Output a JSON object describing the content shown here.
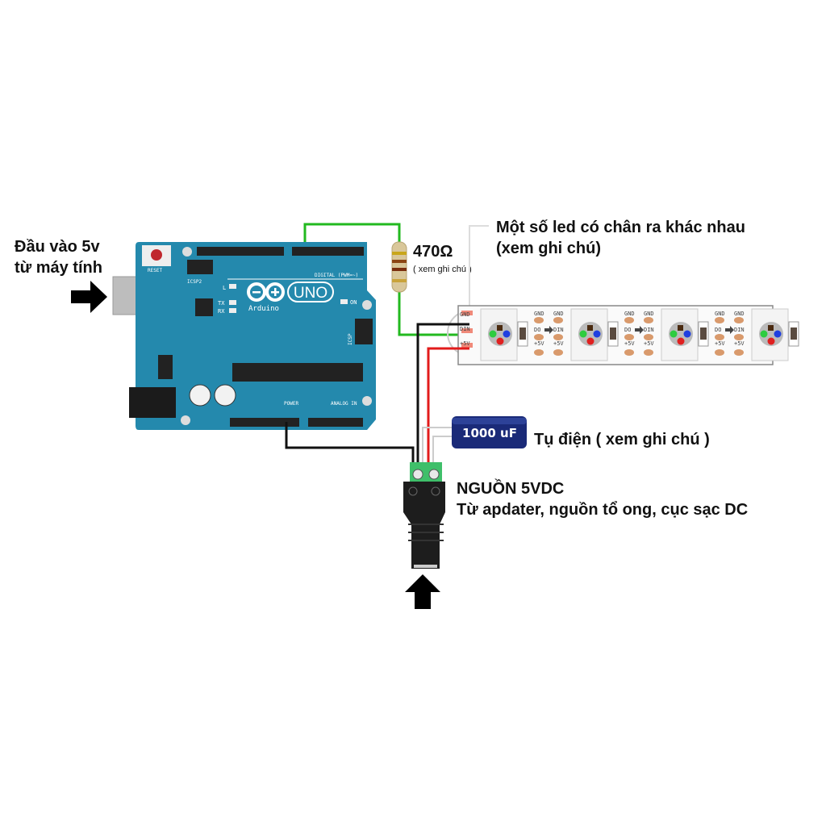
{
  "labels": {
    "usb_input_line1": "Đầu vào 5v",
    "usb_input_line2": "từ máy tính",
    "resistor_value": "470Ω",
    "resistor_note": "( xem ghi chú )",
    "led_note_line1": "Một số led có chân ra khác nhau",
    "led_note_line2": "(xem ghi chú)",
    "capacitor_value": "1000 uF",
    "capacitor_note": "Tụ điện ( xem ghi chú )",
    "power_title": "NGUỒN 5VDC",
    "power_subtitle": "Từ apdater, nguồn tổ ong, cục sạc DC"
  },
  "arduino": {
    "brand": "Arduino",
    "model": "UNO",
    "reset": "RESET",
    "icsp2": "ICSP2",
    "icsp": "ICSP",
    "digital": "DIGITAL (PWM=~)",
    "power": "POWER",
    "analog": "ANALOG IN",
    "led_l": "L",
    "led_tx": "TX",
    "led_rx": "RX",
    "led_on": "ON"
  },
  "strip": {
    "pin_gnd": "GND",
    "pin_din": "DIN",
    "pin_5v": "+5V",
    "pin_do": "DO"
  },
  "colors": {
    "board": "#2489ad",
    "wire_data": "#22b91f",
    "wire_gnd": "#111111",
    "wire_5v": "#e21b1b",
    "capacitor": "#1a2a78",
    "terminal": "#3fbf6a"
  }
}
